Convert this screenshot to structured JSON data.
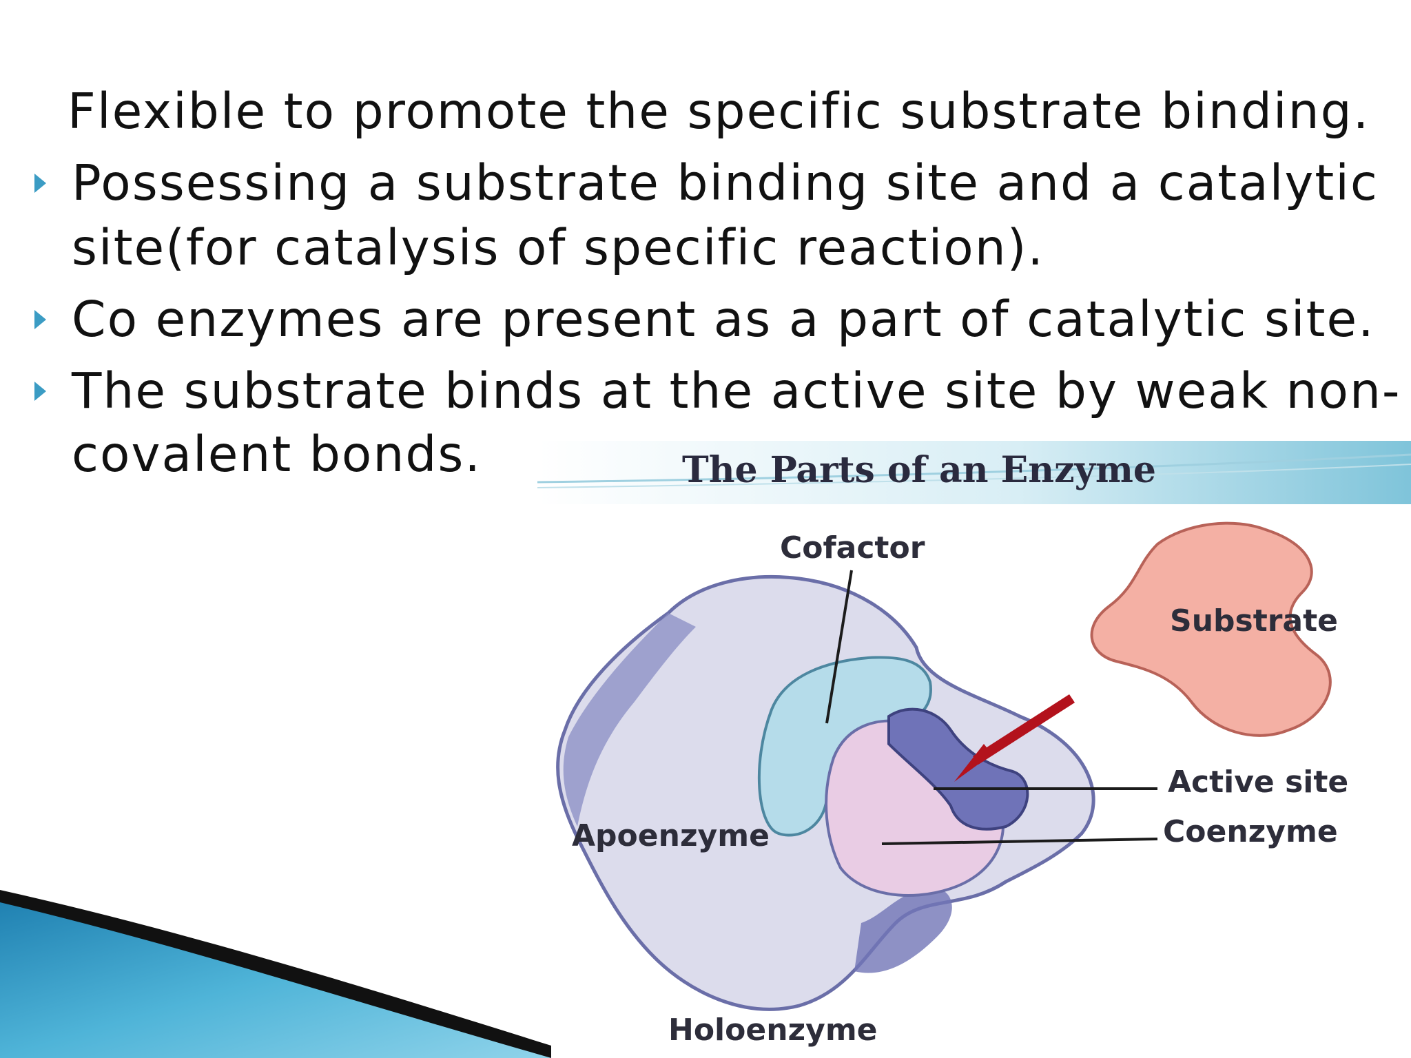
{
  "slide": {
    "lines": [
      "Flexible to promote the specific substrate binding.",
      "Possessing a substrate binding site and a catalytic",
      "site(for catalysis of specific reaction).",
      "Co enzymes are present as a part of catalytic site.",
      "The substrate binds at the active site by weak non-",
      "covalent bonds."
    ]
  },
  "figure": {
    "title": "The Parts of an Enzyme",
    "labels": {
      "cofactor": "Cofactor",
      "substrate": "Substrate",
      "active_site": "Active site",
      "coenzyme": "Coenzyme",
      "apoenzyme": "Apoenzyme",
      "holoenzyme": "Holoenzyme"
    }
  },
  "colors": {
    "bullet": "#3b9cc4",
    "apoenzyme_fill": "#dcdcec",
    "apoenzyme_edge": "#6a6ea8",
    "cofactor_fill": "#b5dcea",
    "coenzyme_fill": "#e9cce4",
    "active_site_fill": "#6f73b8",
    "substrate_fill": "#f4b0a4",
    "arrow": "#b3121c",
    "banner": "#7fc4da"
  }
}
